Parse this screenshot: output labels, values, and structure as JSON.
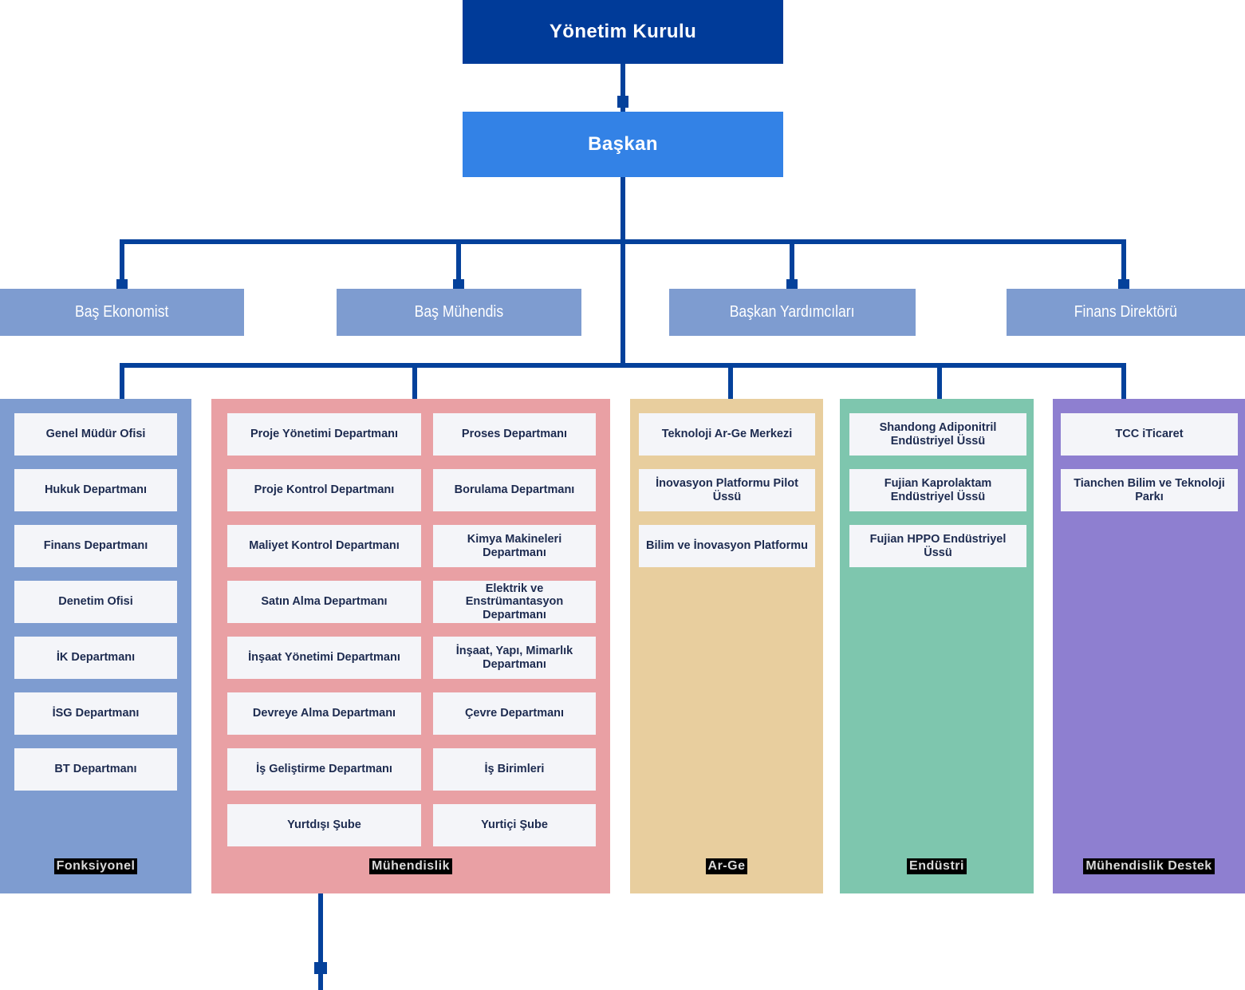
{
  "palette": {
    "root_box": "#003B99",
    "president_box": "#3382E6",
    "executive_box": "#7E9CD0",
    "connector_line": "#04419B",
    "card_bg": "#F4F5F9",
    "card_text": "#1D2B50",
    "tag_bg": "#000000",
    "tag_text": "#D9D9D9"
  },
  "root": {
    "label": "Yönetim Kurulu"
  },
  "president": {
    "label": "Başkan"
  },
  "executives": [
    {
      "label": "Baş Ekonomist"
    },
    {
      "label": "Baş Mühendis"
    },
    {
      "label": "Başkan Yardımcıları"
    },
    {
      "label": "Finans Direktörü"
    }
  ],
  "columns": [
    {
      "tag": "Fonksiyonel",
      "color": "#7E9CD0",
      "items": [
        "Genel Müdür Ofisi",
        "Hukuk Departmanı",
        "Finans Departmanı",
        "Denetim Ofisi",
        "İK Departmanı",
        "İSG Departmanı",
        "BT Departmanı"
      ]
    },
    {
      "tag": "Mühendislik",
      "color": "#E9A0A4",
      "items_left": [
        "Proje Yönetimi Departmanı",
        "Proje Kontrol Departmanı",
        "Maliyet Kontrol Departmanı",
        "Satın Alma Departmanı",
        "İnşaat Yönetimi Departmanı",
        "Devreye Alma Departmanı",
        "İş Geliştirme Departmanı",
        "Yurtdışı Şube"
      ],
      "items_right": [
        "Proses Departmanı",
        "Borulama Departmanı",
        "Kimya Makineleri Departmanı",
        "Elektrik ve Enstrümantasyon Departmanı",
        "İnşaat, Yapı, Mimarlık Departmanı",
        "Çevre Departmanı",
        "İş Birimleri",
        "Yurtiçi Şube"
      ]
    },
    {
      "tag": "Ar-Ge",
      "color": "#E8CE9E",
      "items": [
        "Teknoloji Ar-Ge Merkezi",
        "İnovasyon Platformu Pilot Üssü",
        "Bilim ve İnovasyon Platformu"
      ]
    },
    {
      "tag": "Endüstri",
      "color": "#7EC6AE",
      "items": [
        "Shandong Adiponitril Endüstriyel Üssü",
        "Fujian Kaprolaktam Endüstriyel Üssü",
        "Fujian HPPO Endüstriyel Üssü"
      ]
    },
    {
      "tag": "Mühendislik Destek",
      "color": "#8E7FD0",
      "items": [
        "TCC iTicaret",
        "Tianchen Bilim ve Teknoloji Parkı"
      ]
    }
  ]
}
